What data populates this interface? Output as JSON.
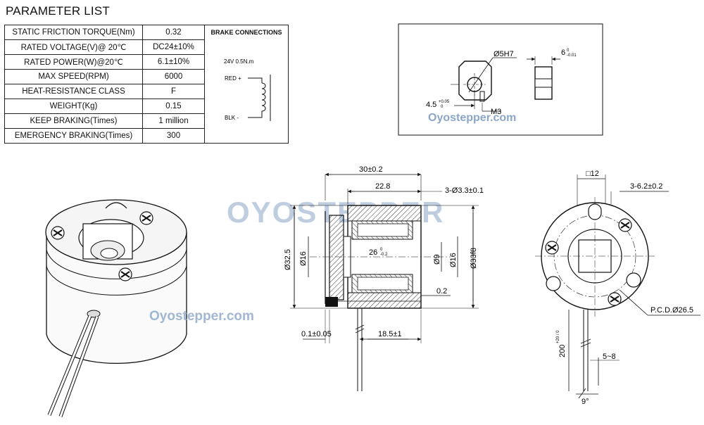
{
  "title": "PARAMETER LIST",
  "params": [
    {
      "label": "STATIC FRICTION TORQUE(Nm)",
      "value": "0.32"
    },
    {
      "label": "RATED VOLTAGE(V)@ 20℃",
      "value": "DC24±10%"
    },
    {
      "label": "RATED POWER(W)@20℃",
      "value": "6.1±10%"
    },
    {
      "label": "MAX SPEED(RPM)",
      "value": "6000"
    },
    {
      "label": "HEAT-RESISTANCE CLASS",
      "value": "F"
    },
    {
      "label": "WEIGHT(Kg)",
      "value": "0.15"
    },
    {
      "label": "KEEP BRAKING(Times)",
      "value": "1 million"
    },
    {
      "label": "EMERGENCY BRAKING(Times)",
      "value": "300"
    }
  ],
  "brake": {
    "title": "BRAKE CONNECTIONS",
    "spec": "24V  0.5N.m",
    "red": "RED +",
    "blk": "BLK -"
  },
  "hub": {
    "bore": "Ø5H7",
    "width": "6",
    "width_tol": "0\n-0.01",
    "offset": "4.5",
    "offset_tol": "+0.05\n0",
    "screw": "M3"
  },
  "watermark": {
    "small": "Oyostepper.com",
    "big": "OYOSTEPPER"
  },
  "side": {
    "total": "30±0.2",
    "inner": "22.8",
    "holes": "3-Ø3.3±0.1",
    "d325": "Ø32.5",
    "d16a": "Ø16",
    "d26": "26",
    "d26_tol": "0\n-0.2",
    "d9": "Ø9",
    "d16b": "Ø16",
    "d33": "Ø33f8",
    "gap": "0.2",
    "airgap": "0.1±0.05",
    "len": "18.5±1"
  },
  "front": {
    "square": "□12",
    "slots": "3-6.2±0.2",
    "pcd": "P.C.D.Ø26.5",
    "lead": "200",
    "lead_tol": "+20\n0",
    "strip": "5~8",
    "angle": "9°"
  },
  "colors": {
    "line": "#111111",
    "hatch": "#333333",
    "watermark": "#8aa6c8"
  }
}
